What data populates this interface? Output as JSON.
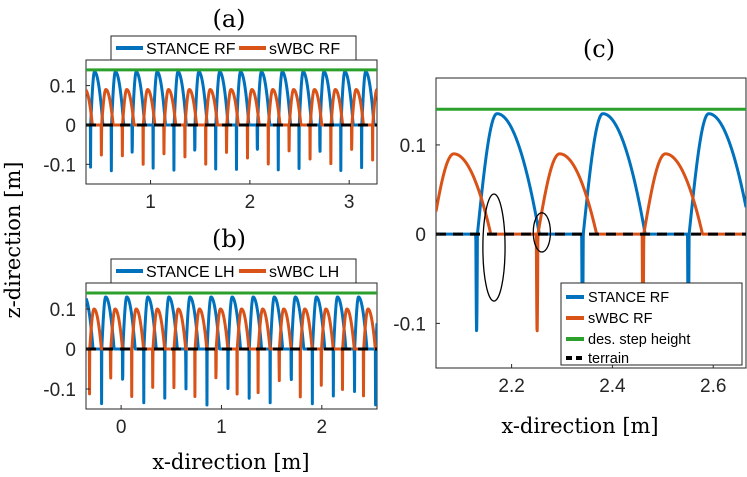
{
  "figure": {
    "ylabel": "z-direction [m]"
  },
  "colors": {
    "stance": "#0072BD",
    "swbc": "#D95319",
    "des": "#2CA02C",
    "terrain": "#000000"
  },
  "chart_data": [
    {
      "type": "line",
      "panel_label": "(a)",
      "xlim": [
        0.35,
        3.28
      ],
      "ylim": [
        -0.15,
        0.165
      ],
      "xticks": [
        1,
        2,
        3
      ],
      "xtick_labels": [
        "1",
        "2",
        "3"
      ],
      "yticks": [
        0.1,
        0,
        -0.1
      ],
      "ytick_labels": [
        "0.1",
        "0",
        "-0.1"
      ],
      "xlabel": "",
      "legend": {
        "placement": "top",
        "entries": [
          "STANCE RF",
          "sWBC RF"
        ]
      },
      "grid": false,
      "period": 0.21,
      "stance_phase": 0.52,
      "swbc_phase": 0.42,
      "series": [
        {
          "name": "STANCE RF",
          "kind": "stance",
          "peak": 0.135,
          "dip": -0.12
        },
        {
          "name": "sWBC RF",
          "kind": "swbc",
          "peak": 0.09,
          "dip": -0.1
        },
        {
          "name": "des. step height",
          "kind": "des",
          "value": 0.14
        },
        {
          "name": "terrain",
          "kind": "terrain",
          "value": 0
        }
      ]
    },
    {
      "type": "line",
      "panel_label": "(b)",
      "xlim": [
        -0.35,
        2.55
      ],
      "ylim": [
        -0.15,
        0.165
      ],
      "xticks": [
        0,
        1,
        2
      ],
      "xtick_labels": [
        "0",
        "1",
        "2"
      ],
      "yticks": [
        0.1,
        0,
        -0.1
      ],
      "ytick_labels": [
        "0.1",
        "0",
        "-0.1"
      ],
      "xlabel": "x-direction [m]",
      "legend": {
        "placement": "top",
        "entries": [
          "STANCE LH",
          "sWBC LH"
        ]
      },
      "grid": false,
      "period": 0.21,
      "stance_phase": -0.28,
      "swbc_phase": -0.4,
      "series": [
        {
          "name": "STANCE LH",
          "kind": "stance",
          "peak": 0.13,
          "dip": -0.14
        },
        {
          "name": "sWBC LH",
          "kind": "swbc",
          "peak": 0.1,
          "dip": -0.12
        },
        {
          "name": "des. step height",
          "kind": "des",
          "value": 0.14
        },
        {
          "name": "terrain",
          "kind": "terrain",
          "value": 0
        }
      ]
    },
    {
      "type": "line",
      "panel_label": "(c)",
      "xlim": [
        2.05,
        2.665
      ],
      "ylim": [
        -0.15,
        0.175
      ],
      "xticks": [
        2.2,
        2.4,
        2.6
      ],
      "xtick_labels": [
        "2.2",
        "2.4",
        "2.6"
      ],
      "yticks": [
        0.1,
        0,
        -0.1
      ],
      "ytick_labels": [
        "0.1",
        "0",
        "-0.1"
      ],
      "xlabel": "x-direction [m]",
      "legend": {
        "placement": "bottom-right",
        "entries": [
          "STANCE RF",
          "sWBC RF",
          "des. step height",
          "terrain"
        ]
      },
      "grid": false,
      "period": 0.21,
      "stance_phase": 2.045,
      "swbc_phase": 2.165,
      "series": [
        {
          "name": "STANCE RF",
          "kind": "stance",
          "peak": 0.135,
          "dip": -0.11
        },
        {
          "name": "sWBC RF",
          "kind": "swbc",
          "peak": 0.09,
          "dip": -0.11
        },
        {
          "name": "des. step height",
          "kind": "des",
          "value": 0.14
        },
        {
          "name": "terrain",
          "kind": "terrain",
          "value": 0
        }
      ],
      "annotations": [
        {
          "shape": "ellipse",
          "cx": 2.165,
          "cy": -0.015,
          "rx": 0.022,
          "ry": 0.06
        },
        {
          "shape": "ellipse",
          "cx": 2.26,
          "cy": 0.002,
          "rx": 0.017,
          "ry": 0.022
        }
      ]
    }
  ]
}
